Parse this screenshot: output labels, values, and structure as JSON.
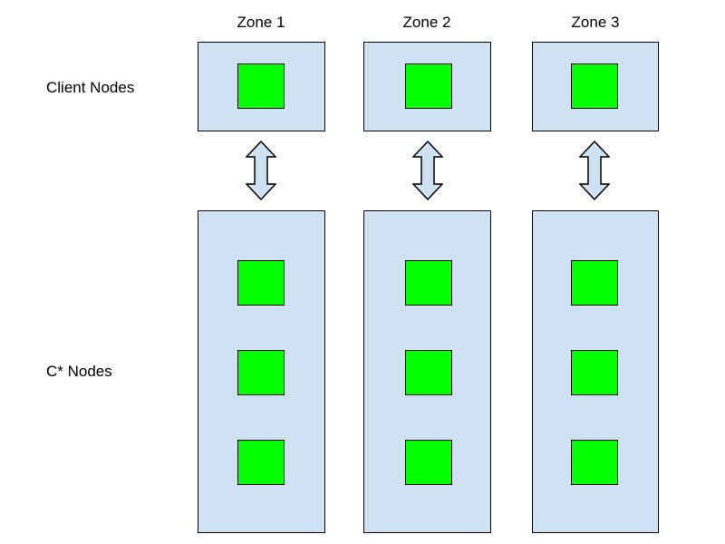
{
  "zones": [
    {
      "title": "Zone 1"
    },
    {
      "title": "Zone 2"
    },
    {
      "title": "Zone 3"
    }
  ],
  "rows": {
    "client_label": "Client Nodes",
    "cstar_label": "C* Nodes"
  },
  "client_nodes_per_zone": 1,
  "cstar_nodes_per_zone": 3,
  "colors": {
    "panel_fill": "#cfe2f3",
    "node_fill": "#00ff00",
    "outline": "#000000"
  },
  "connector": "bidirectional-arrow-icon"
}
